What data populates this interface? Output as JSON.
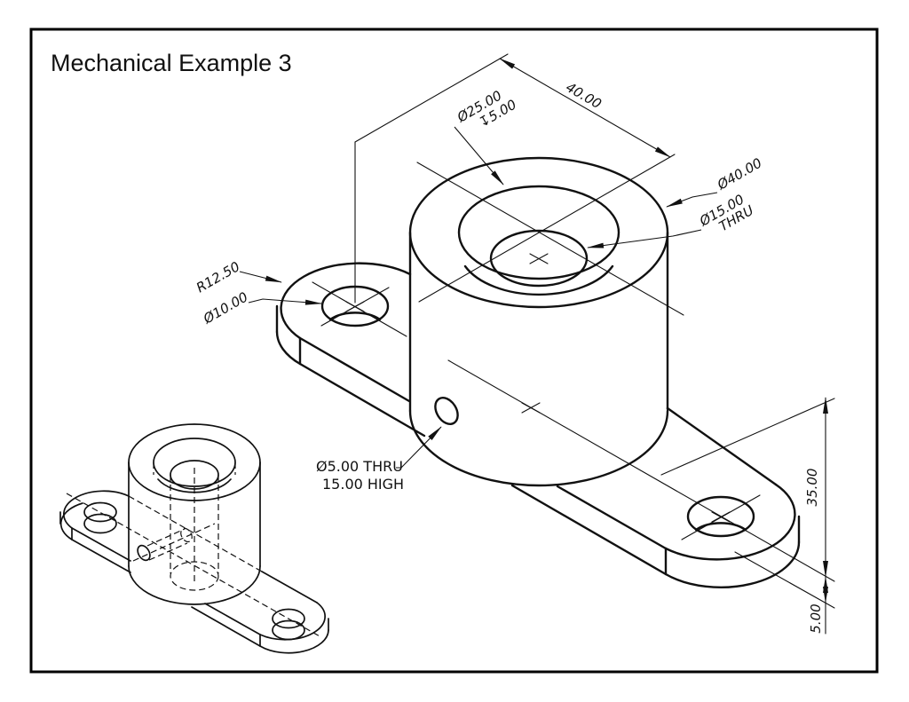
{
  "page": {
    "background": "#ffffff",
    "border_color": "#000000",
    "ink_color": "#111111"
  },
  "title": "Mechanical Example 3",
  "drawing": {
    "dimensions": {
      "counterbore": {
        "diameter": "Ø25.00",
        "depth": "↧5.00"
      },
      "length": "40.00",
      "boss_diameter": "Ø40.00",
      "center_hole": {
        "diameter": "Ø15.00",
        "note": "THRU"
      },
      "end_radius": "R12.50",
      "end_hole_diameter": "Ø10.00",
      "side_hole": {
        "line1": "Ø5.00 THRU",
        "line2": "15.00 HIGH"
      },
      "overall_height": "35.00",
      "plate_thickness": "5.00"
    }
  }
}
